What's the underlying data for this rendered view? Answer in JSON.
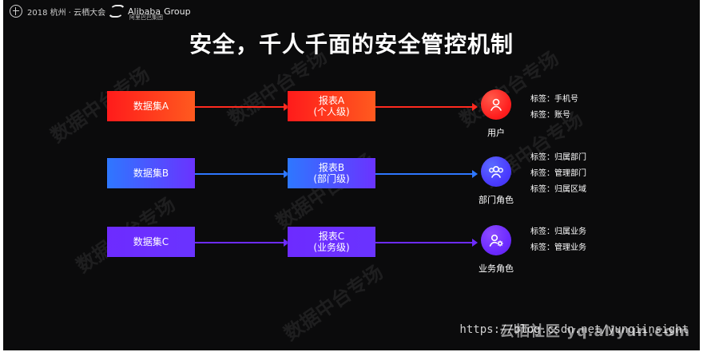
{
  "header": {
    "event_text": "2018 杭州 · 云栖大会",
    "alibaba_text": "Alibaba",
    "alibaba_group": "Group",
    "alibaba_sub": "阿里巴巴集团"
  },
  "title": "安全，千人千面的安全管控机制",
  "rows": [
    {
      "source": "数据集A",
      "report_title": "报表A",
      "report_sub": "(个人级)",
      "target_label": "用户",
      "tags": [
        "标签：手机号",
        "标签：账号"
      ],
      "color": "#ff1b1b"
    },
    {
      "source": "数据集B",
      "report_title": "报表B",
      "report_sub": "(部门级)",
      "target_label": "部门角色",
      "tags": [
        "标签：归属部门",
        "标签：管理部门",
        "标签：归属区域"
      ],
      "color": "#2e77ff"
    },
    {
      "source": "数据集C",
      "report_title": "报表C",
      "report_sub": "(业务级)",
      "target_label": "业务角色",
      "tags": [
        "标签：归属业务",
        "标签：管理业务"
      ],
      "color": "#6d2bff"
    }
  ],
  "watermark_text": "数据中台专场",
  "bottom_watermark": "云栖社区 yq.aliyun.com",
  "csdn_watermark": "https://blog.csdn.net/yunqiinsight",
  "icons": {
    "user_icon": "user-icon",
    "group_icon": "group-icon",
    "settings_user_icon": "user-settings-icon"
  }
}
